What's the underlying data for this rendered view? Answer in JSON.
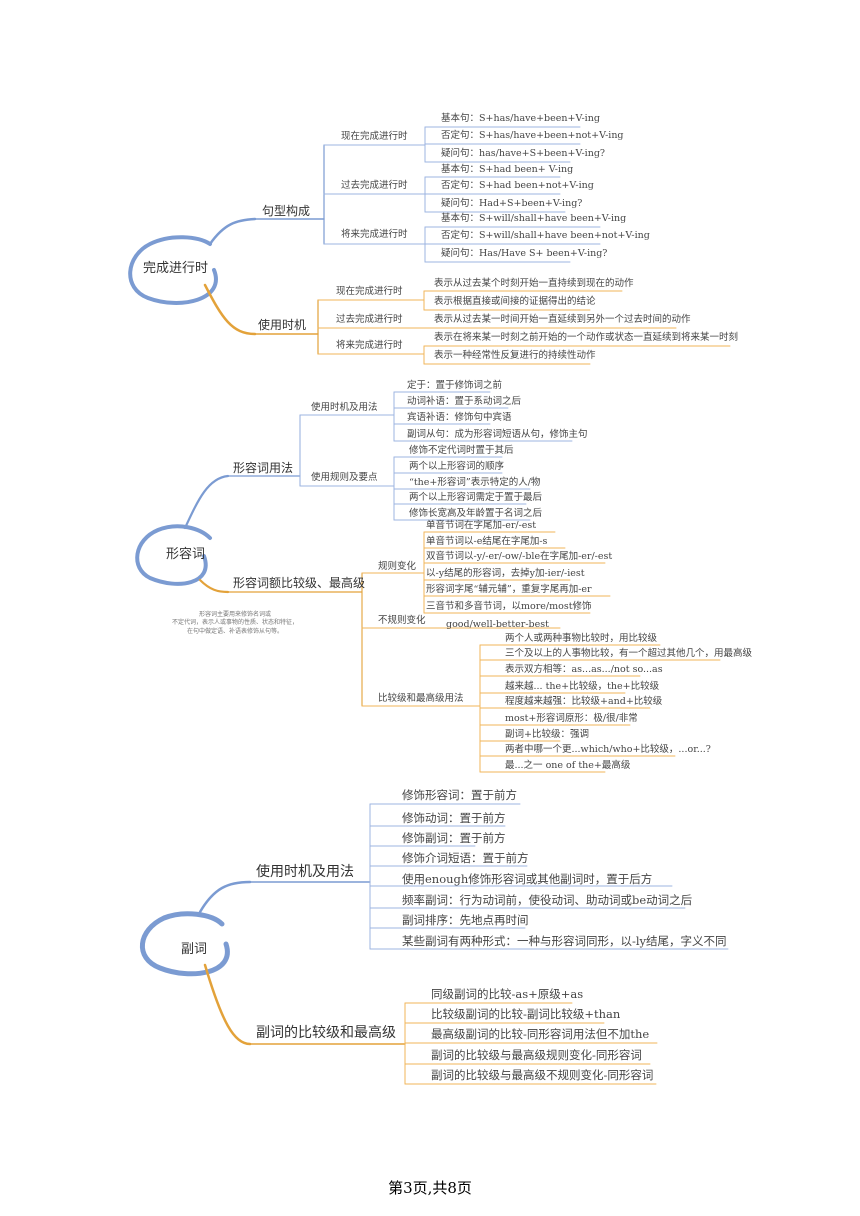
{
  "colors": {
    "blue": "#7b9bd2",
    "orange": "#e3a23a",
    "blue_light": "#9db4e0",
    "orange_light": "#f0b65a"
  },
  "map1": {
    "center": "完成进行时",
    "b1": {
      "label": "句型构成",
      "present": {
        "label": "现在完成进行时",
        "basic": "基本句：S+has/have+been+V-ing",
        "neg": "否定句：S+has/have+been+not+V-ing",
        "q": "疑问句：has/have+S+been+V-ing?"
      },
      "past": {
        "label": "过去完成进行时",
        "basic": "基本句：S+had been+ V-ing",
        "neg": "否定句：S+had been+not+V-ing",
        "q": "疑问句：Had+S+been+V-ing?"
      },
      "future": {
        "label": "将来完成进行时",
        "basic": "基本句：S+will/shall+have been+V-ing",
        "neg": "否定句：S+will/shall+have been+not+V-ing",
        "q": "疑问句：Has/Have S+ been+V-ing?"
      }
    },
    "b2": {
      "label": "使用时机",
      "present": {
        "label": "现在完成进行时",
        "l1": "表示从过去某个时刻开始一直持续到现在的动作",
        "l2": "表示根据直接或间接的证据得出的结论"
      },
      "past": {
        "label": "过去完成进行时",
        "l1": "表示从过去某一时间开始一直延续到另外一个过去时间的动作"
      },
      "future": {
        "label": "将来完成进行时",
        "l1": "表示在将来某一时刻之前开始的一个动作或状态一直延续到将来某一时刻",
        "l2": "表示一种经常性反复进行的持续性动作"
      }
    }
  },
  "map2": {
    "center": "形容词",
    "note": [
      "形容词主要用来修饰名词或",
      "不定代词，表示人或事物的性质、状态和特征，",
      "在句中做定语、补语表修饰从句等。"
    ],
    "b1": {
      "label": "形容词用法",
      "s1": {
        "label": "使用时机及用法",
        "leaves": [
          "定于：置于修饰词之前",
          "动词补语：置于系动词之后",
          "宾语补语：修饰句中宾语",
          "副词从句：成为形容词短语从句，修饰主句"
        ]
      },
      "s2": {
        "label": "使用规则及要点",
        "leaves": [
          "修饰不定代词时置于其后",
          "两个以上形容词的顺序",
          "“the+形容词”表示特定的人/物",
          "两个以上形容词需定于置于最后",
          "修饰长宽高及年龄置于名词之后"
        ]
      }
    },
    "b2": {
      "label": "形容词额比较级、最高级",
      "s1": {
        "label": "规则变化",
        "leaves": [
          "单音节词在字尾加-er/-est",
          "单音节词以-e结尾在字尾加-s",
          "双音节词以-y/-er/-ow/-ble在字尾加-er/-est",
          "以-y结尾的形容词，去掉y加-ier/-iest",
          "形容词字尾“辅元辅”，重复字尾再加-er",
          "三音节和多音节词，以more/most修饰"
        ]
      },
      "s2": {
        "label": "不规则变化",
        "leaves": [
          "good/well-better-best"
        ]
      },
      "s3": {
        "label": "比较级和最高级用法",
        "leaves": [
          "两个人或两种事物比较时，用比较级",
          "三个及以上的人事物比较，有一个超过其他几个，用最高级",
          "表示双方相等：as...as.../not so...as",
          "越来越... the+比较级，the+比较级",
          "程度越来越强：比较级+and+比较级",
          "most+形容词原形：极/很/非常",
          "副词+比较级：强调",
          "两者中哪一个更...which/who+比较级，...or...?",
          "最...之一 one of the+最高级"
        ]
      }
    }
  },
  "map3": {
    "center": "副词",
    "b1": {
      "label": "使用时机及用法",
      "leaves": [
        "修饰形容词：置于前方",
        "修饰动词：置于前方",
        "修饰副词：置于前方",
        "修饰介词短语：置于前方",
        "使用enough修饰形容词或其他副词时，置于后方",
        "频率副词：行为动词前，使役动词、助动词或be动词之后",
        "副词排序：先地点再时间",
        "某些副词有两种形式：一种与形容词同形，以-ly结尾，字义不同"
      ]
    },
    "b2": {
      "label": "副词的比较级和最高级",
      "leaves": [
        "同级副词的比较-as+原级+as",
        "比较级副词的比较-副词比较级+than",
        "最高级副词的比较-同形容词用法但不加the",
        "副词的比较级与最高级规则变化-同形容词",
        "副词的比较级与最高级不规则变化-同形容词"
      ]
    }
  },
  "footer": "第3页,共8页"
}
